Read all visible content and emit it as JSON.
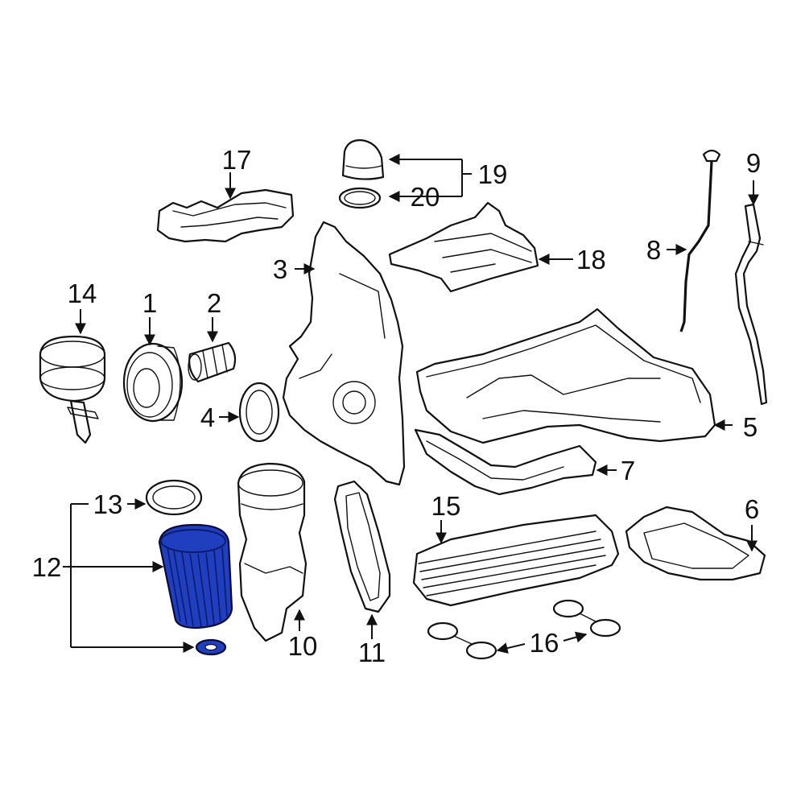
{
  "callouts": {
    "c1": "1",
    "c2": "2",
    "c3": "3",
    "c4": "4",
    "c5": "5",
    "c6": "6",
    "c7": "7",
    "c8": "8",
    "c9": "9",
    "c10": "10",
    "c11": "11",
    "c12": "12",
    "c13": "13",
    "c14": "14",
    "c15": "15",
    "c16": "16",
    "c17": "17",
    "c18": "18",
    "c19": "19",
    "c20": "20"
  },
  "colors": {
    "highlight": "#1f3fbf",
    "line": "#111111",
    "background": "#ffffff"
  },
  "highlighted_part": "12"
}
